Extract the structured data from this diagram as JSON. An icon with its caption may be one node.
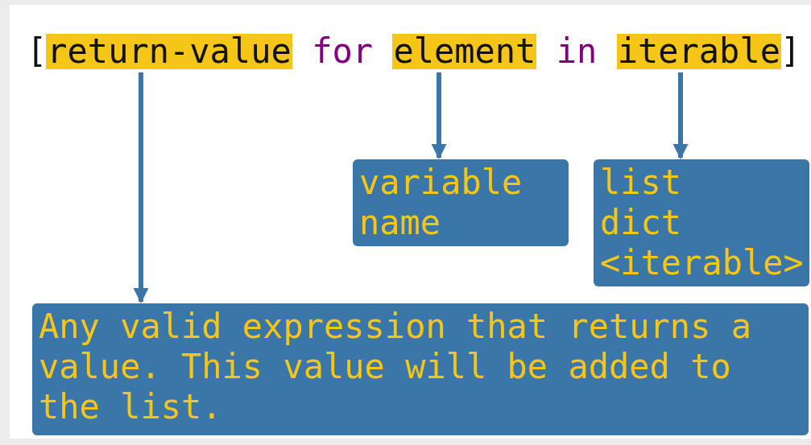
{
  "diagram": {
    "nodes": [
      {
        "text": [
          "return-value"
        ]
      },
      {
        "text": [
          "element"
        ]
      },
      {
        "text": [
          "iterable"
        ]
      },
      {
        "text": [
          "variable name"
        ]
      },
      {
        "text": [
          "list",
          "dict",
          "<iterable>"
        ]
      },
      {
        "text": [
          "Any valid expression that returns a value. This value will be added to the list."
        ]
      }
    ],
    "edges": [
      {
        "from": 0,
        "to": 5,
        "arrow": "to"
      },
      {
        "from": 1,
        "to": 3,
        "arrow": "to"
      },
      {
        "from": 2,
        "to": 4,
        "arrow": "to"
      }
    ],
    "labels": [
      "[",
      "for",
      "in",
      "]"
    ]
  }
}
